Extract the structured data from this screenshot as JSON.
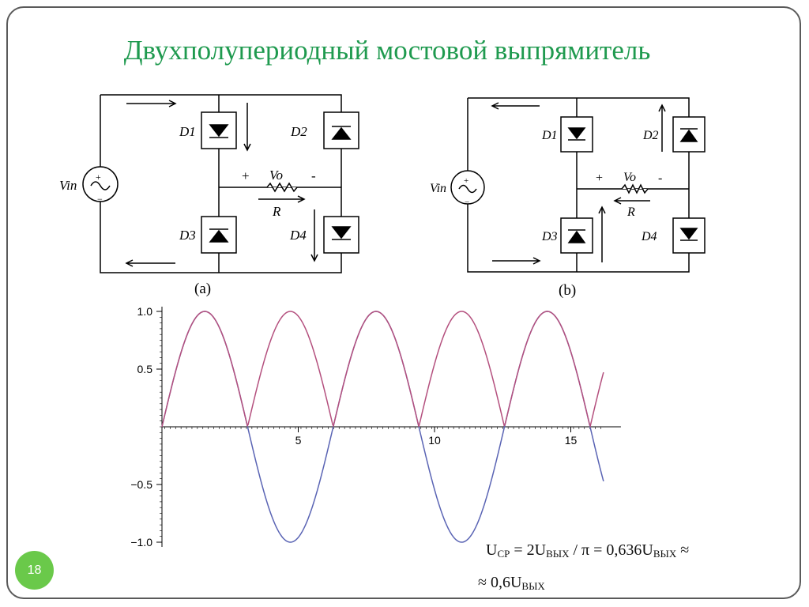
{
  "slide": {
    "title": "Двухполупериодный мостовой выпрямитель",
    "page_number": "18",
    "accent_color": "#1f9a4f",
    "badge_color": "#6ac94a"
  },
  "circuit_a": {
    "caption": "(a)",
    "source_label": "Vin",
    "diodes": [
      "D1",
      "D2",
      "D3",
      "D4"
    ],
    "plus": "+",
    "minus": "-",
    "vo_label": "Vo",
    "r_label": "R"
  },
  "circuit_b": {
    "caption": "(b)",
    "source_label": "Vin",
    "diodes": [
      "D1",
      "D2",
      "D3",
      "D4"
    ],
    "plus": "+",
    "minus": "-",
    "vo_label": "Vo",
    "r_label": "R"
  },
  "chart_data": {
    "type": "line",
    "x_range": [
      0,
      16.2
    ],
    "ylim": [
      -1.0,
      1.0
    ],
    "x_ticks": [
      5,
      10,
      15
    ],
    "y_ticks": [
      1.0,
      0.5,
      -0.5,
      -1.0
    ],
    "x_tick_labels": [
      "5",
      "10",
      "15"
    ],
    "y_tick_labels": [
      "1.0",
      "0.5",
      "−0.5",
      "−1.0"
    ],
    "series": [
      {
        "function": "sin(x)",
        "color": "#5a64b4"
      },
      {
        "function": "abs(sin(x))",
        "color": "#b4507e"
      }
    ]
  },
  "formula": {
    "line1": {
      "u": "U",
      "sub_cp": "СР",
      "eq": " = 2U",
      "sub1": "ВЫХ",
      "mid": " / π = 0,636U",
      "sub2": "ВЫХ",
      "approx": " ≈"
    },
    "line2": {
      "approx": "≈ 0,6U",
      "sub": "ВЫХ"
    }
  }
}
